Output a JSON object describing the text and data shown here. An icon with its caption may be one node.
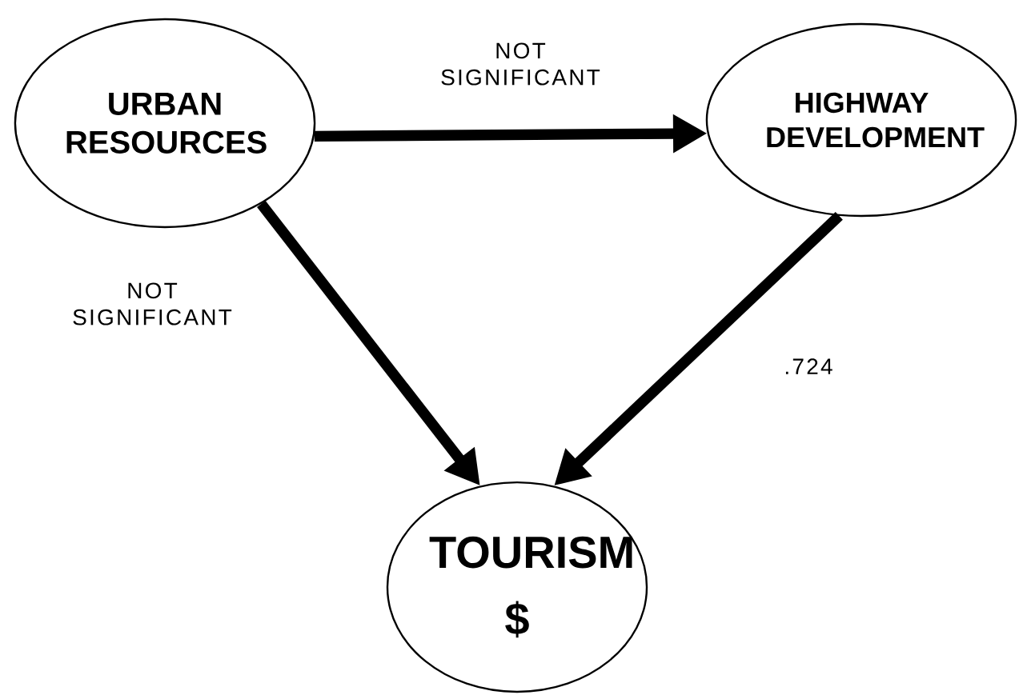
{
  "diagram": {
    "nodes": [
      {
        "text": [
          "URBAN RESOURCES"
        ]
      },
      {
        "text": [
          "HIGHWAY DEVELOPMENT"
        ]
      },
      {
        "text": [
          "TOURISM",
          "$"
        ]
      }
    ],
    "edges": [
      {
        "from": 0,
        "to": 1,
        "arrow": "to",
        "label": "NOT SIGNIFICANT"
      },
      {
        "from": 0,
        "to": 2,
        "arrow": "to",
        "label": "NOT SIGNIFICANT"
      },
      {
        "from": 1,
        "to": 2,
        "arrow": "to",
        "label": ".724"
      }
    ]
  }
}
